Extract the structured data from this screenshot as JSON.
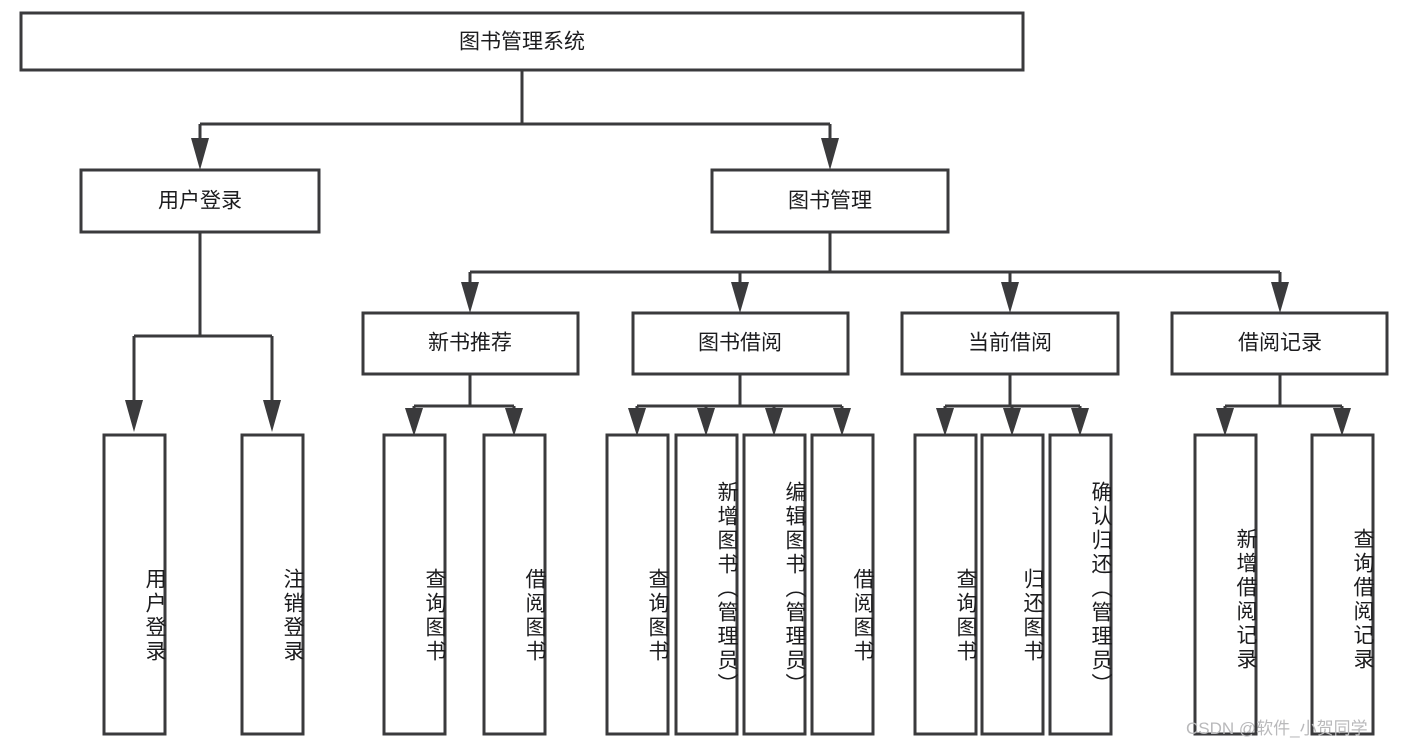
{
  "diagram": {
    "title": "图书管理系统",
    "type": "tree-hierarchy",
    "watermark": "CSDN @软件_小贺同学",
    "colors": {
      "stroke": "#3a3a3c",
      "fill": "#ffffff",
      "text": "#1c1c1e",
      "watermark": "#b9b9bb",
      "background": "#ffffff"
    },
    "root": {
      "id": "root",
      "label": "图书管理系统",
      "orientation": "horizontal"
    },
    "level1": [
      {
        "id": "user-login",
        "label": "用户登录",
        "orientation": "horizontal"
      },
      {
        "id": "book-manage",
        "label": "图书管理",
        "orientation": "horizontal"
      }
    ],
    "level2": [
      {
        "id": "new-book-recommend",
        "label": "新书推荐",
        "parent": "book-manage",
        "orientation": "horizontal"
      },
      {
        "id": "book-borrow",
        "label": "图书借阅",
        "parent": "book-manage",
        "orientation": "horizontal"
      },
      {
        "id": "current-borrow",
        "label": "当前借阅",
        "parent": "book-manage",
        "orientation": "horizontal"
      },
      {
        "id": "borrow-record",
        "label": "借阅记录",
        "parent": "book-manage",
        "orientation": "horizontal"
      }
    ],
    "leaves": [
      {
        "id": "leaf-user-login",
        "label": "用户登录",
        "parent": "user-login",
        "orientation": "vertical"
      },
      {
        "id": "leaf-logout-login",
        "label": "注销登录",
        "parent": "user-login",
        "orientation": "vertical"
      },
      {
        "id": "leaf-query-book-1",
        "label": "查询图书",
        "parent": "new-book-recommend",
        "orientation": "vertical"
      },
      {
        "id": "leaf-borrow-book-1",
        "label": "借阅图书",
        "parent": "new-book-recommend",
        "orientation": "vertical"
      },
      {
        "id": "leaf-query-book-2",
        "label": "查询图书",
        "parent": "book-borrow",
        "orientation": "vertical"
      },
      {
        "id": "leaf-add-book",
        "label": "新增图书（管理员）",
        "parent": "book-borrow",
        "orientation": "vertical"
      },
      {
        "id": "leaf-edit-book",
        "label": "编辑图书（管理员）",
        "parent": "book-borrow",
        "orientation": "vertical"
      },
      {
        "id": "leaf-borrow-book-2",
        "label": "借阅图书",
        "parent": "book-borrow",
        "orientation": "vertical"
      },
      {
        "id": "leaf-query-book-3",
        "label": "查询图书",
        "parent": "current-borrow",
        "orientation": "vertical"
      },
      {
        "id": "leaf-return-book",
        "label": "归还图书",
        "parent": "current-borrow",
        "orientation": "vertical"
      },
      {
        "id": "leaf-confirm-return",
        "label": "确认归还（管理员）",
        "parent": "current-borrow",
        "orientation": "vertical"
      },
      {
        "id": "leaf-add-record",
        "label": "新增借阅记录",
        "parent": "borrow-record",
        "orientation": "vertical"
      },
      {
        "id": "leaf-query-record",
        "label": "查询借阅记录",
        "parent": "borrow-record",
        "orientation": "vertical"
      }
    ]
  }
}
